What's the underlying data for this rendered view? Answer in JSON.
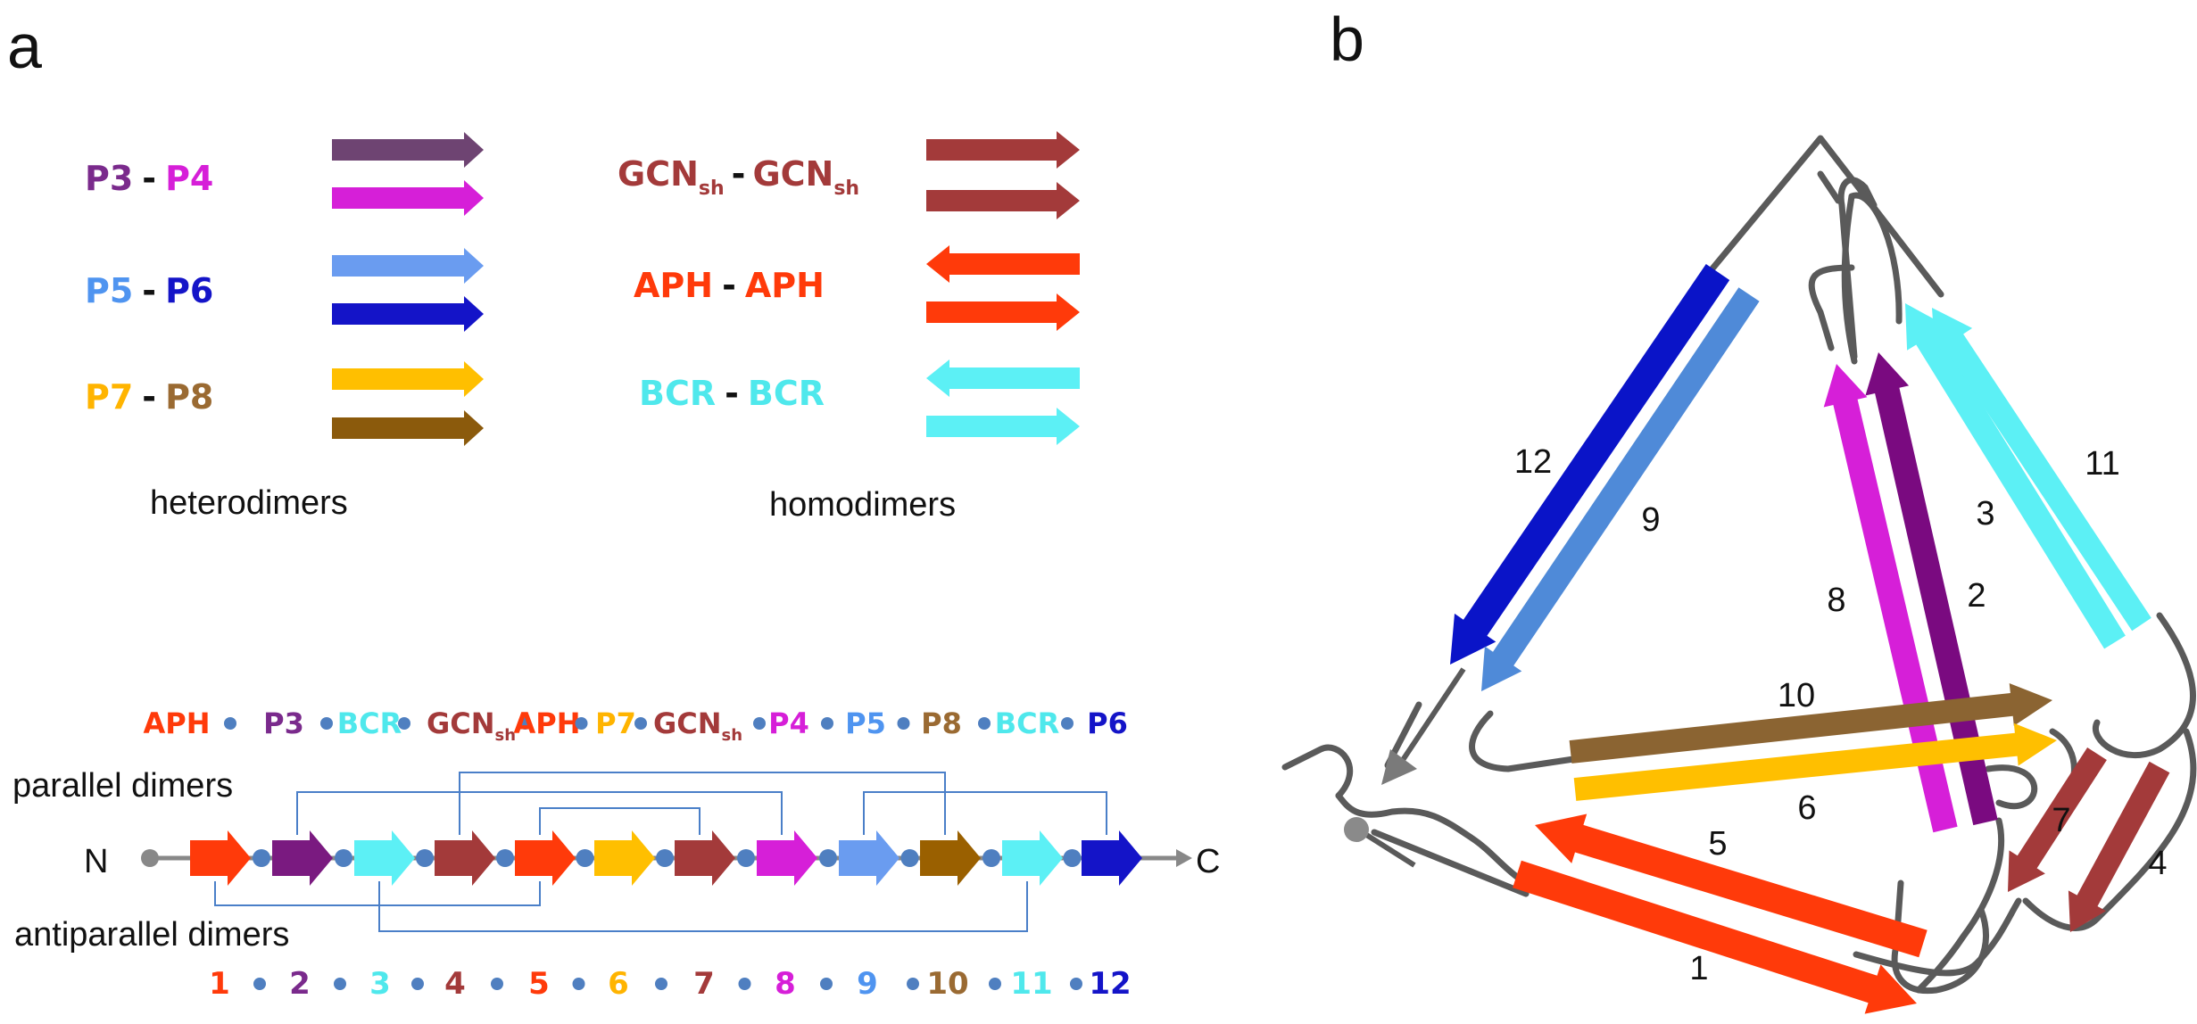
{
  "panels": {
    "a": {
      "label": "a",
      "pairs": {
        "heterodimers": [
          {
            "left": "P3",
            "left_color": "#7a2a8c",
            "right": "P4",
            "right_color": "#d61fd8"
          },
          {
            "left": "P5",
            "left_color": "#4f94f0",
            "right": "P6",
            "right_color": "#1414c8"
          },
          {
            "left": "P7",
            "left_color": "#ffb400",
            "right": "P8",
            "right_color": "#9a6a32"
          }
        ],
        "homodimers": [
          {
            "left": "GCN",
            "left_sub": "sh",
            "right": "GCN",
            "right_sub": "sh",
            "color": "#a33a3a"
          },
          {
            "left": "APH",
            "right": "APH",
            "color": "#ff3a0a"
          },
          {
            "left": "BCR",
            "right": "BCR",
            "color": "#4fe8ec"
          }
        ],
        "separator": "-"
      },
      "arrow_pairs": {
        "heterodimers": [
          {
            "top_color": "#6e4472",
            "bottom_color": "#d61fd8",
            "orientation": "parallel"
          },
          {
            "top_color": "#6a9cf0",
            "bottom_color": "#1414c8",
            "orientation": "parallel"
          },
          {
            "top_color": "#ffbf00",
            "bottom_color": "#8b5a0c",
            "orientation": "parallel"
          }
        ],
        "homodimers": [
          {
            "top_color": "#a33a3a",
            "bottom_color": "#a33a3a",
            "orientation": "parallel"
          },
          {
            "top_color": "#ff3a0a",
            "bottom_color": "#ff3a0a",
            "orientation": "antiparallel"
          },
          {
            "top_color": "#5cf0f5",
            "bottom_color": "#5cf0f5",
            "orientation": "antiparallel"
          }
        ]
      },
      "captions": {
        "heterodimers": "heterodimers",
        "homodimers": "homodimers"
      },
      "sequence": [
        {
          "name": "APH",
          "color": "#ff3a0a"
        },
        {
          "name": "P3",
          "color": "#7a2a8c"
        },
        {
          "name": "BCR",
          "color": "#4fe8ec"
        },
        {
          "name": "GCN",
          "sub": "sh",
          "color": "#a33a3a"
        },
        {
          "name": "APH",
          "color": "#ff3a0a"
        },
        {
          "name": "P7",
          "color": "#ffb400"
        },
        {
          "name": "GCN",
          "sub": "sh",
          "color": "#a33a3a"
        },
        {
          "name": "P4",
          "color": "#d61fd8"
        },
        {
          "name": "P5",
          "color": "#4f94f0"
        },
        {
          "name": "P8",
          "color": "#9a6a32"
        },
        {
          "name": "BCR",
          "color": "#4fe8ec"
        },
        {
          "name": "P6",
          "color": "#1414c8"
        }
      ],
      "chain": {
        "n_label": "N",
        "c_label": "C",
        "parallel_label": "parallel dimers",
        "antiparallel_label": "antiparallel dimers",
        "segment_colors": [
          "#ff3a0a",
          "#7a1a80",
          "#5cf0f5",
          "#a33a3a",
          "#ff3a0a",
          "#ffbf00",
          "#a33a3a",
          "#d61fd8",
          "#6a9cf0",
          "#9a6000",
          "#5cf0f5",
          "#1414c8"
        ],
        "parallel_links": [
          [
            2,
            8
          ],
          [
            4,
            10
          ],
          [
            5,
            7
          ],
          [
            9,
            12
          ]
        ],
        "antiparallel_links": [
          [
            1,
            5
          ],
          [
            3,
            11
          ]
        ],
        "link_color": "#4a7fc8",
        "numbers": [
          "1",
          "2",
          "3",
          "4",
          "5",
          "6",
          "7",
          "8",
          "9",
          "10",
          "11",
          "12"
        ],
        "number_colors": [
          "#ff3a0a",
          "#7a2a8c",
          "#4fe8ec",
          "#a33a3a",
          "#ff3a0a",
          "#ffb400",
          "#a33a3a",
          "#d61fd8",
          "#4f94f0",
          "#9a6a32",
          "#4fe8ec",
          "#1414c8"
        ],
        "dot_color": "#4f7fc0"
      }
    },
    "b": {
      "label": "b",
      "segments": [
        {
          "n": "1",
          "color": "#ff3a0a"
        },
        {
          "n": "2",
          "color": "#7a0a80"
        },
        {
          "n": "3",
          "color": "#5cf0f5"
        },
        {
          "n": "4",
          "color": "#a33a3a"
        },
        {
          "n": "5",
          "color": "#ff3a0a"
        },
        {
          "n": "6",
          "color": "#ffbf00"
        },
        {
          "n": "7",
          "color": "#a33a3a"
        },
        {
          "n": "8",
          "color": "#d61fd8"
        },
        {
          "n": "9",
          "color": "#4f8ad8"
        },
        {
          "n": "10",
          "color": "#8b6432"
        },
        {
          "n": "11",
          "color": "#5cf0f5"
        },
        {
          "n": "12",
          "color": "#0a14c8"
        }
      ],
      "strand_color": "#5a5a5a"
    }
  }
}
